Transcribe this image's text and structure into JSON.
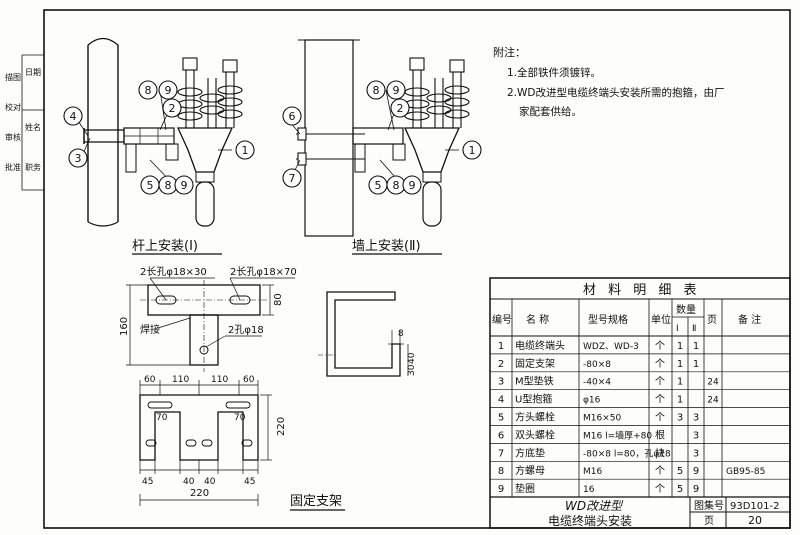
{
  "left_labels": [
    "描图",
    "校对",
    "审核",
    "批准"
  ],
  "side_strip": [
    "日期",
    "姓名",
    "职务"
  ],
  "notes": {
    "title": "附注：",
    "items": [
      "1.全部铁件须镀锌。",
      "2.WD改进型电缆终端头安装所需的抱箍，由厂家配套供给。"
    ],
    "items_lines": [
      "1.全部铁件须镀锌。",
      "2.WD改进型电缆终端头安装所需的抱箍，由厂",
      "家配套供给。"
    ]
  },
  "views": {
    "pole_title": "杆上安装(Ⅰ)",
    "wall_title": "墙上安装(Ⅱ)",
    "bracket_title": "固定支架"
  },
  "callouts": [
    "1",
    "2",
    "3",
    "4",
    "5",
    "6",
    "7",
    "8",
    "9"
  ],
  "pole_callouts": {
    "top": [
      "8",
      "9"
    ],
    "mid": "2",
    "bottom": [
      "5",
      "8",
      "9"
    ],
    "left_a": "4",
    "left_b": "3",
    "right": "1"
  },
  "wall_callouts": {
    "top": [
      "8",
      "9"
    ],
    "mid": "2",
    "bottom": [
      "5",
      "8",
      "9"
    ],
    "left_a": "6",
    "left_b": "7",
    "right": "1"
  },
  "bracket_dims": {
    "slot_label_a": "2长孔φ18×30",
    "slot_label_b": "2长孔φ18×70",
    "hole_label": "2孔φ18",
    "weld_label": "焊接",
    "d80": "80",
    "d160": "160",
    "d8": "8",
    "d4030": "40",
    "d4030b": "30",
    "top_dims": [
      "60",
      "110",
      "110",
      "60"
    ],
    "d70a": "70",
    "d70b": "70",
    "d220": "220",
    "bottom_dims": [
      "45",
      "40",
      "40",
      "45"
    ],
    "d220b": "220"
  },
  "table": {
    "title": "材 料 明 细 表",
    "headers": {
      "no": "编号",
      "name": "名 称",
      "spec": "型号规格",
      "unit": "单位",
      "qty": "数量",
      "qty_1": "Ⅰ",
      "qty_2": "Ⅱ",
      "page": "页",
      "remark": "备 注"
    },
    "rows": [
      {
        "no": "1",
        "name": "电缆终端头",
        "spec": "WDZ、WD-3",
        "unit": "个",
        "q1": "1",
        "q2": "1",
        "page": "",
        "remark": ""
      },
      {
        "no": "2",
        "name": "固定支架",
        "spec": "-80×8",
        "unit": "个",
        "q1": "1",
        "q2": "1",
        "page": "",
        "remark": ""
      },
      {
        "no": "3",
        "name": "M型垫铁",
        "spec": "-40×4",
        "unit": "个",
        "q1": "1",
        "q2": "",
        "page": "24",
        "remark": ""
      },
      {
        "no": "4",
        "name": "U型抱箍",
        "spec": "φ16",
        "unit": "个",
        "q1": "1",
        "q2": "",
        "page": "24",
        "remark": ""
      },
      {
        "no": "5",
        "name": "方头螺栓",
        "spec": "M16×50",
        "unit": "个",
        "q1": "3",
        "q2": "3",
        "page": "",
        "remark": ""
      },
      {
        "no": "6",
        "name": "双头螺栓",
        "spec": "M16 l=墙厚+80",
        "unit": "根",
        "q1": "",
        "q2": "3",
        "page": "",
        "remark": ""
      },
      {
        "no": "7",
        "name": "方底垫",
        "spec": "-80×8 l=80，孔φ18",
        "unit": "块",
        "q1": "",
        "q2": "3",
        "page": "",
        "remark": ""
      },
      {
        "no": "8",
        "name": "方螺母",
        "spec": "M16",
        "unit": "个",
        "q1": "5",
        "q2": "9",
        "page": "",
        "remark": "GB95-85"
      },
      {
        "no": "9",
        "name": "垫圈",
        "spec": "16",
        "unit": "个",
        "q1": "5",
        "q2": "9",
        "page": "",
        "remark": ""
      }
    ]
  },
  "titleblock": {
    "main_title_1": "WD改进型",
    "main_title_2": "电缆终端头安装",
    "atlas_label": "图集号",
    "atlas_value": "93D101-2",
    "page_label": "页",
    "page_value": "20"
  }
}
